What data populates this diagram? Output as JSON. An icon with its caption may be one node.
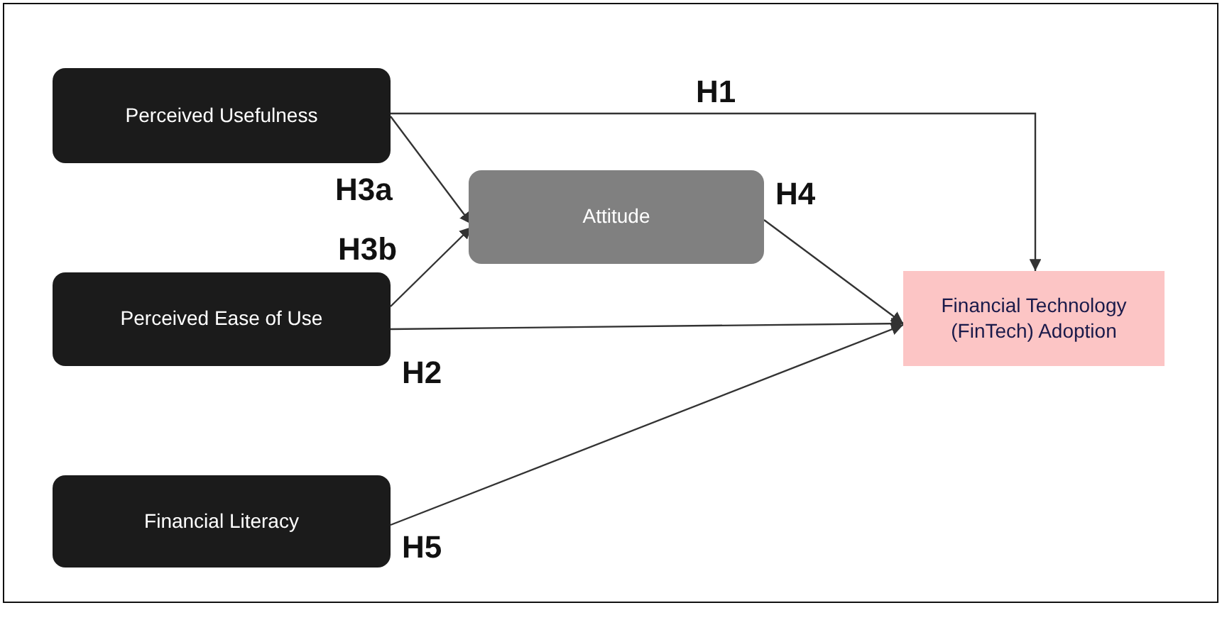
{
  "diagram": {
    "nodes": [
      {
        "text": [
          "Perceived Usefulness"
        ]
      },
      {
        "text": [
          "Attitude"
        ]
      },
      {
        "text": [
          "Perceived Ease of Use"
        ]
      },
      {
        "text": [
          "Financial Literacy"
        ]
      },
      {
        "text": [
          "Financial Technology (FinTech) Adoption"
        ]
      }
    ],
    "edges": [
      {
        "from": 0,
        "to": 4,
        "arrow": "to",
        "label": "H1"
      },
      {
        "from": 0,
        "to": 1,
        "arrow": "to",
        "label": "H3a"
      },
      {
        "from": 2,
        "to": 1,
        "arrow": "to",
        "label": "H3b"
      },
      {
        "from": 1,
        "to": 4,
        "arrow": "to",
        "label": "H4"
      },
      {
        "from": 2,
        "to": 4,
        "arrow": "to",
        "label": "H2"
      },
      {
        "from": 3,
        "to": 4,
        "arrow": "to",
        "label": "H5"
      }
    ]
  }
}
